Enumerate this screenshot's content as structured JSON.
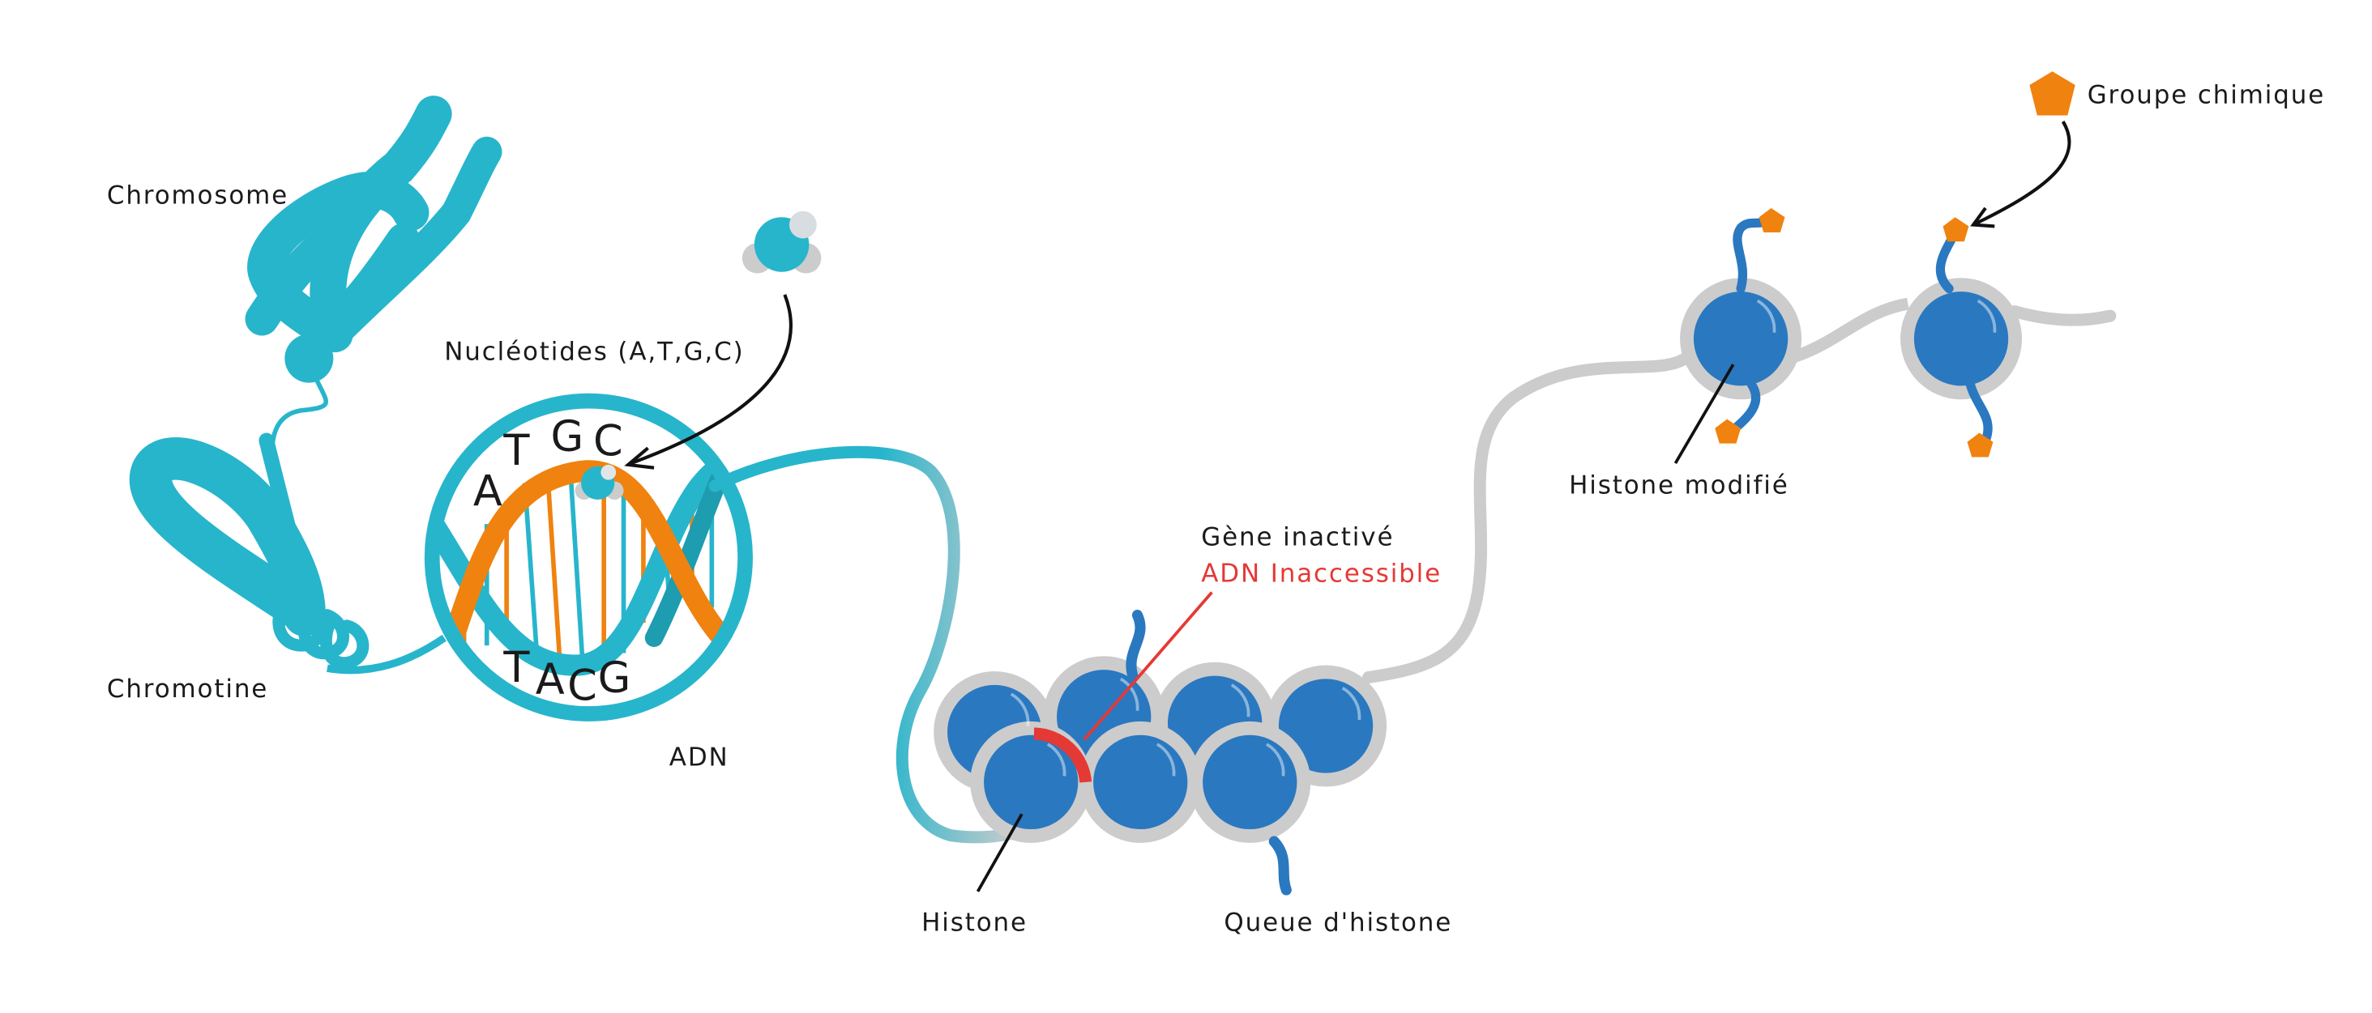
{
  "labels": {
    "chromosome": "Chromosome",
    "nucleotides": "Nucléotides (A,T,G,C)",
    "chromatin": "Chromotine",
    "dna": "ADN",
    "gene_inactive": "Gène inactivé",
    "dna_inaccessible": "ADN Inaccessible",
    "histone": "Histone",
    "histone_tail": "Queue d'histone",
    "histone_modified": "Histone modifié",
    "chemical_group": "Groupe chimique"
  },
  "bases": {
    "top": [
      "A",
      "T",
      "G",
      "C"
    ],
    "bottom": [
      "T",
      "A",
      "C",
      "G"
    ]
  },
  "colors": {
    "teal": "#27b5cc",
    "orange": "#f0820f",
    "histone_blue": "#2a78c0",
    "grey_dna": "#cccccc",
    "red": "#e53935"
  }
}
